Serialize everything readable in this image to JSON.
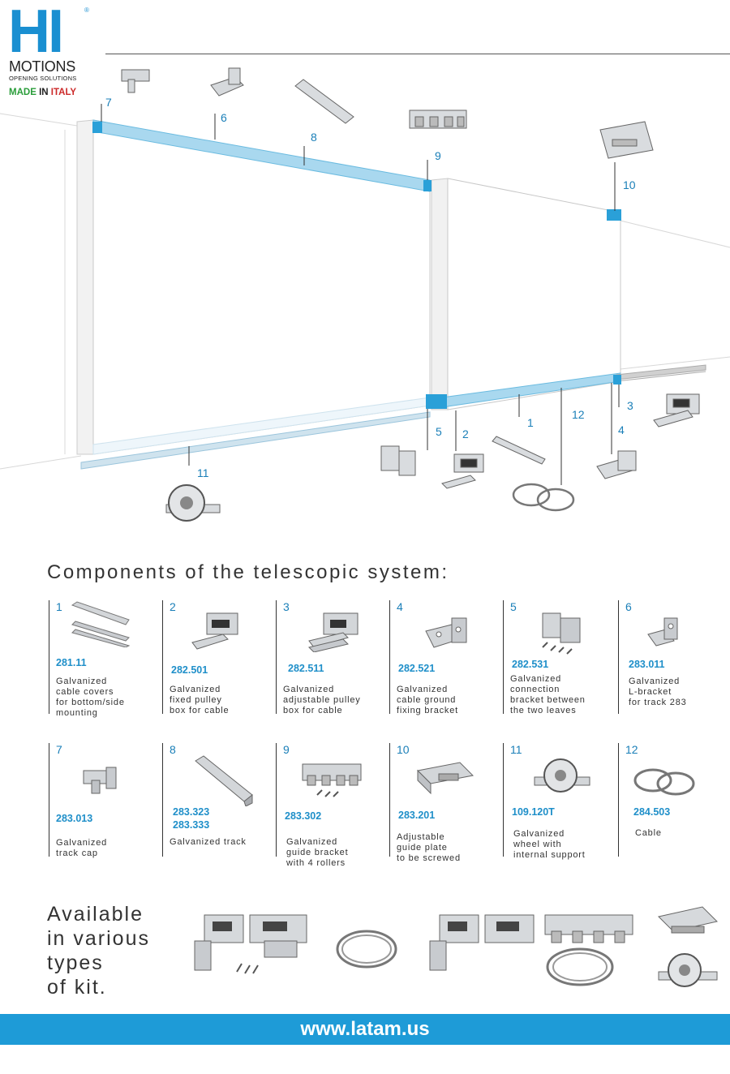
{
  "brand": {
    "logo_text": "HI",
    "registered": "®",
    "name": "MOTIONS",
    "tagline": "OPENING SOLUTIONS",
    "made_in_word_1": "MADE",
    "made_in_word_2": "IN",
    "made_in_word_3": "ITALY",
    "colors": {
      "blue": "#1a8fd1",
      "green": "#2a9d3a",
      "red": "#cc2a2a"
    }
  },
  "diagram": {
    "callouts": [
      "7",
      "6",
      "8",
      "9",
      "10",
      "11",
      "5",
      "2",
      "1",
      "12",
      "3",
      "4"
    ]
  },
  "components": {
    "title": "Components of the telescopic system:",
    "items": [
      {
        "num": "1",
        "code": "281.11",
        "desc": [
          "Galvanized",
          "cable covers",
          "for bottom/side",
          "mounting"
        ]
      },
      {
        "num": "2",
        "code": "282.501",
        "desc": [
          "Galvanized",
          "fixed pulley",
          "box for cable"
        ]
      },
      {
        "num": "3",
        "code": "282.511",
        "desc": [
          "Galvanized",
          "adjustable pulley",
          "box for cable"
        ]
      },
      {
        "num": "4",
        "code": "282.521",
        "desc": [
          "Galvanized",
          "cable ground",
          "fixing bracket"
        ]
      },
      {
        "num": "5",
        "code": "282.531",
        "desc": [
          "Galvanized",
          "connection",
          "bracket between",
          "the two leaves"
        ]
      },
      {
        "num": "6",
        "code": "283.011",
        "desc": [
          "Galvanized",
          "L-bracket",
          "for track 283"
        ]
      },
      {
        "num": "7",
        "code": "283.013",
        "desc": [
          "Galvanized",
          "track cap"
        ]
      },
      {
        "num": "8",
        "code": "283.323",
        "code2": "283.333",
        "desc": [
          "Galvanized track"
        ]
      },
      {
        "num": "9",
        "code": "283.302",
        "desc": [
          "Galvanized",
          "guide bracket",
          "with 4 rollers"
        ]
      },
      {
        "num": "10",
        "code": "283.201",
        "desc": [
          "Adjustable",
          "guide plate",
          "to be screwed"
        ]
      },
      {
        "num": "11",
        "code": "109.120T",
        "desc": [
          "Galvanized",
          "wheel with",
          "internal support"
        ]
      },
      {
        "num": "12",
        "code": "284.503",
        "desc": [
          "Cable"
        ]
      }
    ]
  },
  "kits": {
    "lines": [
      "Available",
      "in various",
      "types",
      "of kit."
    ]
  },
  "footer": {
    "url": "www.latam.us",
    "color": "#1e9bd7"
  }
}
